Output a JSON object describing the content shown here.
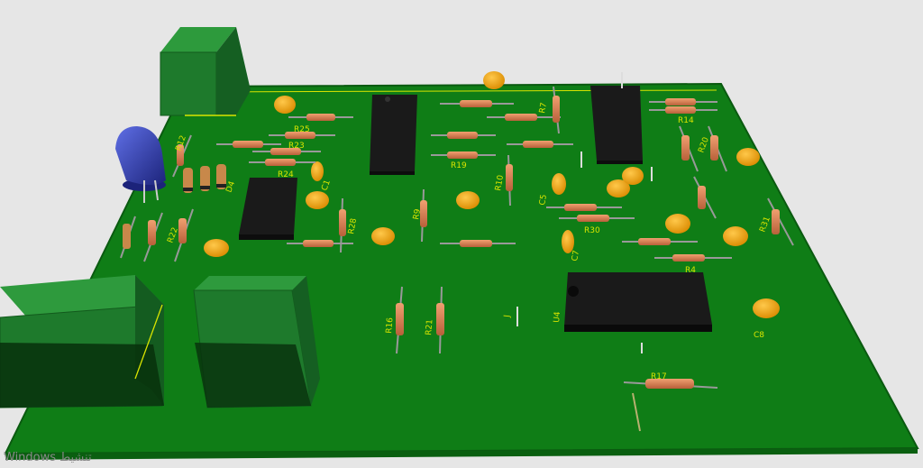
{
  "viewer": {
    "background": "#e6e6e6",
    "watermark": "Windows تنشيط"
  },
  "board": {
    "color": "#0f7d16",
    "silkscreen_color": "#d9e400",
    "labels": {
      "r12": "R12",
      "r22": "R22",
      "r23": "R23",
      "r24": "R24",
      "r25": "R25",
      "r28": "R28",
      "r19": "R19",
      "r10": "R10",
      "r9": "R9",
      "r30": "R30",
      "r4": "R4",
      "r7": "R7",
      "r14": "R14",
      "r20": "R20",
      "r31": "R31",
      "r16": "R16",
      "r21": "R21",
      "r17": "R17",
      "c1": "C1",
      "c5": "C5",
      "c7": "C7",
      "c8": "C8",
      "d4": "D4",
      "u4": "U4",
      "j": "J"
    }
  }
}
